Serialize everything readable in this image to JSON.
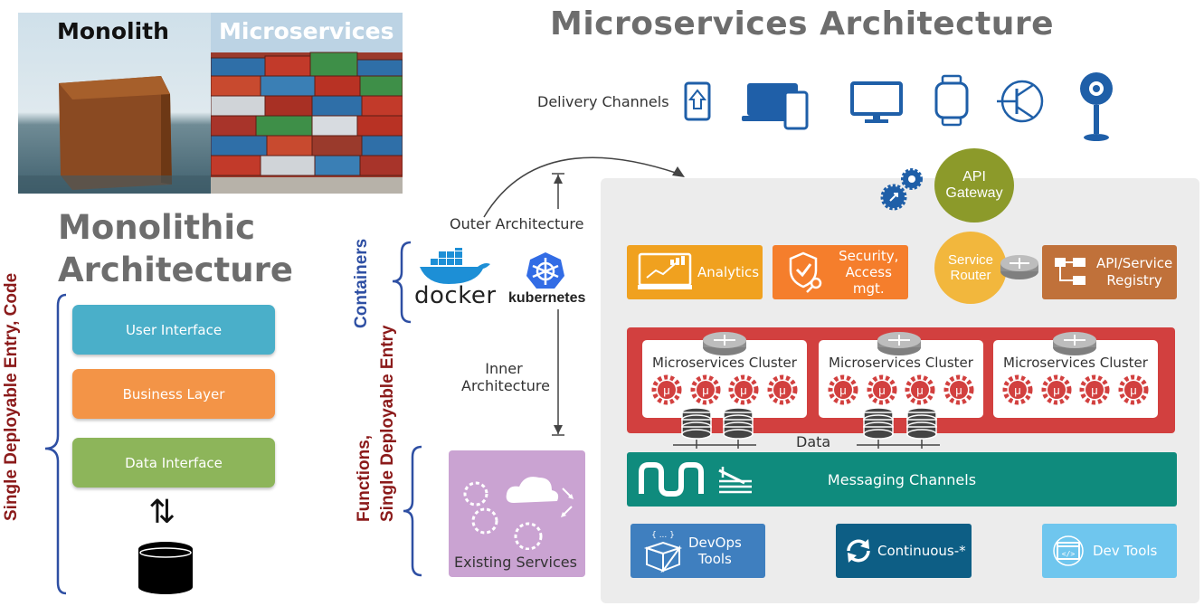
{
  "photos": {
    "monolith_label": "Monolith",
    "microservices_label": "Microservices"
  },
  "monolithic": {
    "title_line1": "Monolithic",
    "title_line2": "Architecture",
    "side_label": "Single Deployable Entry, Code",
    "layers": [
      {
        "label": "User Interface",
        "color": "#4aafc9"
      },
      {
        "label": "Business Layer",
        "color": "#f39447"
      },
      {
        "label": "Data Interface",
        "color": "#8db55a"
      }
    ],
    "arrows_symbol": "⇅"
  },
  "middle": {
    "containers_label": "Containers",
    "docker_label": "docker",
    "kubernetes_label": "kubernetes",
    "outer_architecture": "Outer Architecture",
    "inner_architecture_line1": "Inner",
    "inner_architecture_line2": "Architecture",
    "functions_line1": "Functions,",
    "functions_line2": "Single Deployable Entry",
    "existing_services": "Existing Services"
  },
  "microservices": {
    "title": "Microservices  Architecture",
    "delivery_channels": "Delivery Channels",
    "api_gateway_line1": "API",
    "api_gateway_line2": "Gateway",
    "service_router_line1": "Service",
    "service_router_line2": "Router",
    "analytics": "Analytics",
    "security_line1": "Security,",
    "security_line2": "Access mgt.",
    "registry_line1": "API/Service",
    "registry_line2": "Registry",
    "cluster_title": "Microservices Cluster",
    "mu_symbol": "μ",
    "data_label": "Data",
    "messaging_channels": "Messaging Channels",
    "devops_line1": "DevOps",
    "devops_line2": "Tools",
    "devops_braces": "{ ... }",
    "continuous": "Continuous-*",
    "dev_tools": "Dev Tools"
  },
  "colors": {
    "maroon": "#8b1a1a",
    "blue_label": "#2e4fa3",
    "analytics": "#f0a11f",
    "security": "#f57e2c",
    "registry": "#c0713a",
    "gateway": "#8c9a2a",
    "router": "#f2b73d",
    "cluster_band": "#d2403f",
    "messaging": "#0f8b7d",
    "devops": "#3f7fbf",
    "continuous": "#0d5e85",
    "devtools": "#6fc6ee",
    "existing": "#caa3d2"
  }
}
